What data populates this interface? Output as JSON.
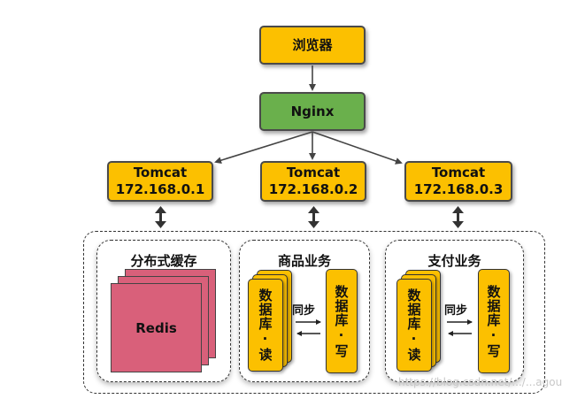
{
  "browser": {
    "label": "浏览器"
  },
  "nginx": {
    "label": "Nginx"
  },
  "tomcats": [
    {
      "name": "Tomcat",
      "ip": "172.168.0.1"
    },
    {
      "name": "Tomcat",
      "ip": "172.168.0.2"
    },
    {
      "name": "Tomcat",
      "ip": "172.168.0.3"
    }
  ],
  "cache_panel": {
    "title": "分布式缓存",
    "redis_label": "Redis"
  },
  "goods_panel": {
    "title": "商品业务",
    "db_read": "数据库·读",
    "db_write": "数据库·写",
    "sync_label": "同步"
  },
  "pay_panel": {
    "title": "支付业务",
    "db_read": "数据库·读",
    "db_write": "数据库·写",
    "sync_label": "同步"
  },
  "watermark": "https://blog.csdn.net/.../...agou",
  "colors": {
    "box_yellow": "#fcc000",
    "box_green": "#6ab04c",
    "redis_pink": "#d9607a"
  }
}
